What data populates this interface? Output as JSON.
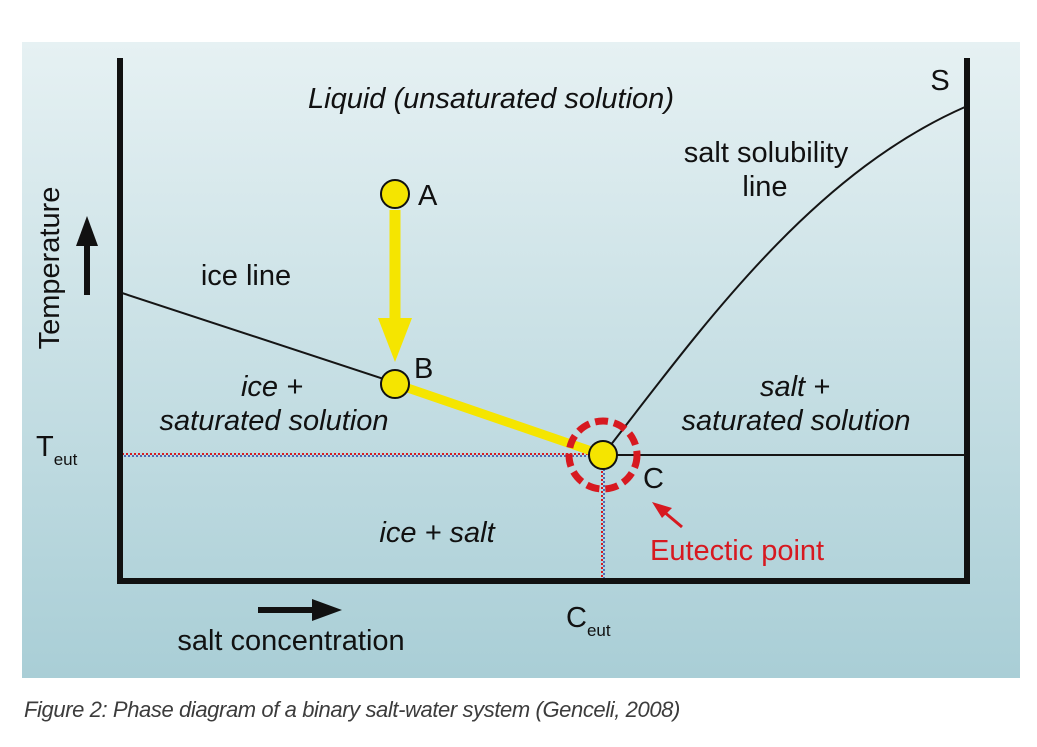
{
  "colors": {
    "background_top": "#e6f1f3",
    "background_bottom": "#a9ced6",
    "axis": "#111111",
    "line": "#151515",
    "path": "#f5e500",
    "point_fill": "#f5e500",
    "eutectic": "#d71920",
    "dotted_blue": "#4c69b5"
  },
  "regions": {
    "liquid": "Liquid (unsaturated solution)",
    "ice_solution_1": "ice +",
    "ice_solution_2": "saturated solution",
    "salt_solution_1": "salt +",
    "salt_solution_2": "saturated solution",
    "ice_salt": "ice + salt"
  },
  "lines": {
    "ice_line": "ice line",
    "solubility_1": "salt solubility",
    "solubility_2": "line",
    "s_label": "S"
  },
  "points": {
    "a": "A",
    "b": "B",
    "c": "C",
    "eutectic_point": "Eutectic point"
  },
  "axes": {
    "y_label": "Temperature",
    "x_label": "salt concentration",
    "t_eut_main": "T",
    "t_eut_sub": "eut",
    "c_eut_main": "C",
    "c_eut_sub": "eut",
    "y_arrow_icon": "arrow-up-icon",
    "x_arrow_icon": "arrow-right-icon"
  },
  "caption": "Figure 2: Phase diagram of a binary salt-water system (Genceli, 2008)"
}
